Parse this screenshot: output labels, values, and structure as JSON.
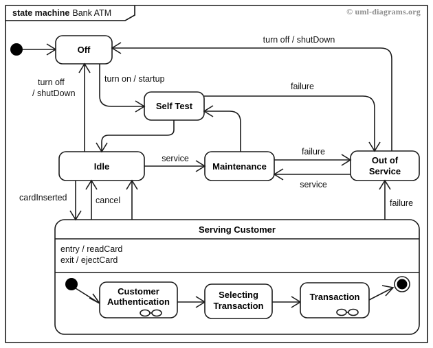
{
  "diagram": {
    "keyword": "state machine",
    "name": "Bank ATM",
    "copyright": "© uml-diagrams.org"
  },
  "states": {
    "off": "Off",
    "self_test": "Self Test",
    "idle": "Idle",
    "maintenance": "Maintenance",
    "out_of_service_line1": "Out of",
    "out_of_service_line2": "Service",
    "serving_customer": "Serving Customer"
  },
  "serving_customer": {
    "entry": "entry / readCard",
    "exit": "exit / ejectCard",
    "substates": {
      "auth_line1": "Customer",
      "auth_line2": "Authentication",
      "select_line1": "Selecting",
      "select_line2": "Transaction",
      "transaction": "Transaction"
    }
  },
  "transitions": {
    "turn_on": "turn on / startup",
    "turn_off_top": "turn off / shutDown",
    "turn_off_left_line1": "turn off",
    "turn_off_left_line2": "/ shutDown",
    "service_idle_maint": "service",
    "service_oos_maint": "service",
    "failure_selftest": "failure",
    "failure_maint": "failure",
    "failure_serving": "failure",
    "card_inserted": "cardInserted",
    "cancel": "cancel"
  },
  "colors": {
    "line": "#1a1a1a",
    "fill": "#ffffff",
    "copyright": "#8d8d8d"
  }
}
